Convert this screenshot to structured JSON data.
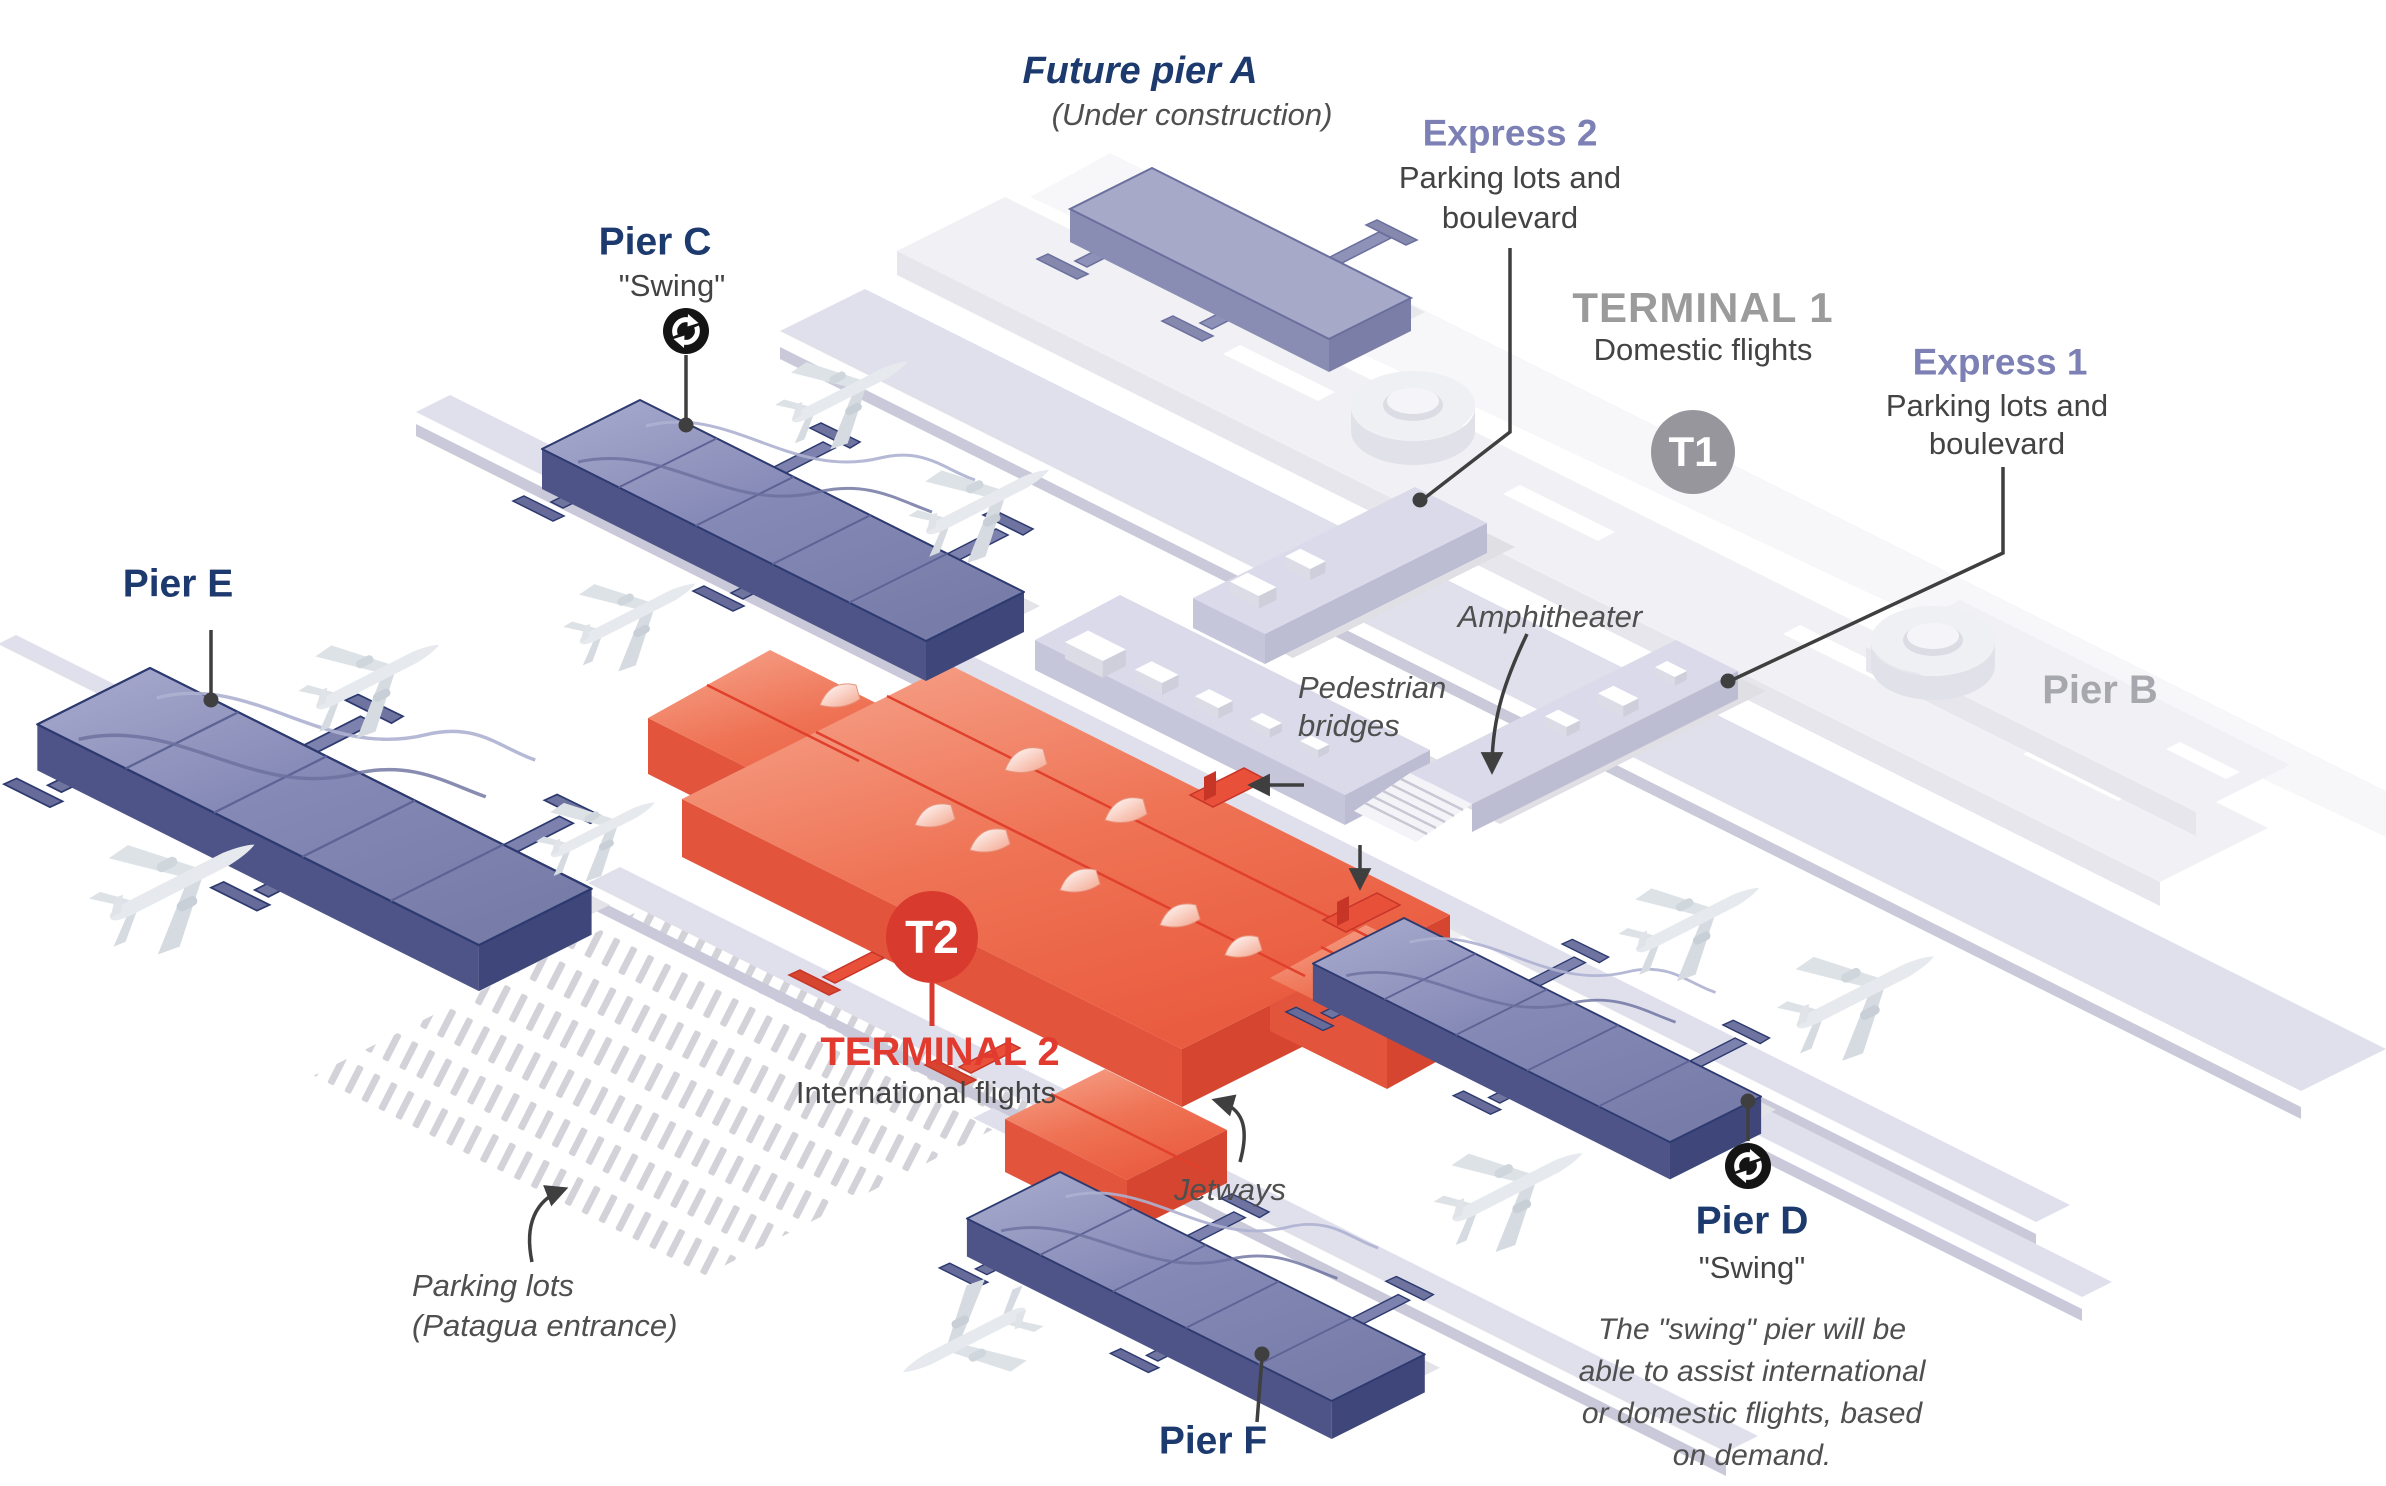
{
  "colors": {
    "background": "#ffffff",
    "navy_label": "#1d3a6e",
    "purple_label": "#7c80b5",
    "gray_label": "#9b9b9b",
    "ghost_label": "#a7a7ae",
    "red_accent": "#e23a2e",
    "body_text": "#434343",
    "note_text": "#4f4f4f",
    "pier_fill": "#8488b4",
    "pier_edge": "#2d3a6f",
    "road_fill": "#e0e0ed",
    "building_fill": "#dadaea",
    "terminal2_fill": "#ee6a4e",
    "ghost_fill": "#f1f1f5",
    "swing_icon_bg": "#141414"
  },
  "icons": {
    "swing": "circular-arrows-swing-icon"
  },
  "map": {
    "future_pier_a": {
      "title": "Future pier A",
      "subtitle": "(Under construction)"
    },
    "express2": {
      "title": "Express 2",
      "line1": "Parking lots and",
      "line2": "boulevard"
    },
    "terminal1": {
      "title": "TERMINAL 1",
      "subtitle": "Domestic flights",
      "badge": "T1"
    },
    "express1": {
      "title": "Express 1",
      "line1": "Parking lots and",
      "line2": "boulevard"
    },
    "pier_b": {
      "label": "Pier B"
    },
    "pier_c": {
      "label": "Pier C",
      "tag": "\"Swing\""
    },
    "pier_e": {
      "label": "Pier E"
    },
    "amphitheater": {
      "label": "Amphitheater"
    },
    "pedestrian_bridges": {
      "line1": "Pedestrian",
      "line2": "bridges"
    },
    "terminal2": {
      "title": "TERMINAL 2",
      "subtitle": "International flights",
      "badge": "T2"
    },
    "jetways": {
      "label": "Jetways"
    },
    "parking": {
      "line1": "Parking lots",
      "line2": "(Patagua entrance)"
    },
    "pier_f": {
      "label": "Pier F"
    },
    "pier_d": {
      "label": "Pier D",
      "tag": "\"Swing\"",
      "note": [
        "The \"swing\" pier will be",
        "able to assist international",
        "or domestic flights, based",
        "on demand."
      ]
    }
  }
}
